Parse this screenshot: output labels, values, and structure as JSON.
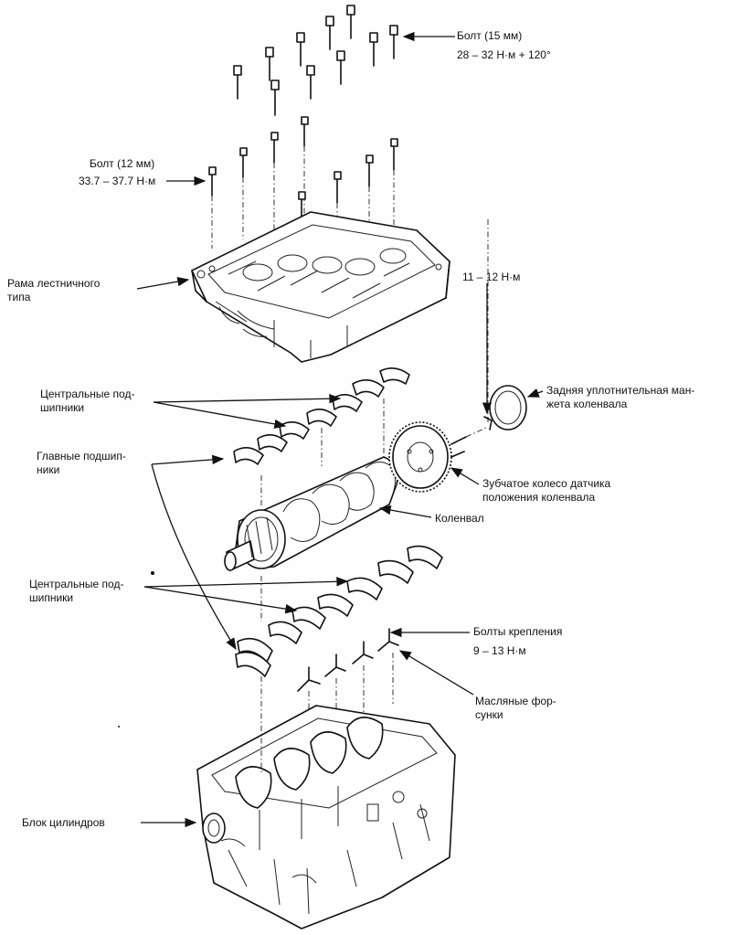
{
  "labels": {
    "bolt15_line1": "Болт (15 мм)",
    "bolt15_line2": "28 – 32 Н·м + 120°",
    "bolt12_line1": "Болт (12 мм)",
    "bolt12_line2": "33.7 – 37.7 Н·м",
    "ladder_line1": "Рама лестничного",
    "ladder_line2": "типа",
    "torque_11_12": "11 – 12 Н·м",
    "rear_seal_line1": "Задняя уплотнительная ман-",
    "rear_seal_line2": "жета коленвала",
    "central_upper_line1": "Центральные под-",
    "central_upper_line2": "шипники",
    "main_bearings_line1": "Главные подшип-",
    "main_bearings_line2": "ники",
    "sensor_wheel_line1": "Зубчатое колесо датчика",
    "sensor_wheel_line2": "положения коленвала",
    "crankshaft": "Коленвал",
    "central_lower_line1": "Центральные под-",
    "central_lower_line2": "шипники",
    "mount_bolts_line1": "Болты крепления",
    "mount_bolts_line2": "9 – 13 Н·м",
    "oil_jets_line1": "Масляные фор-",
    "oil_jets_line2": "сунки",
    "cylinder_block": "Блок цилиндров"
  }
}
